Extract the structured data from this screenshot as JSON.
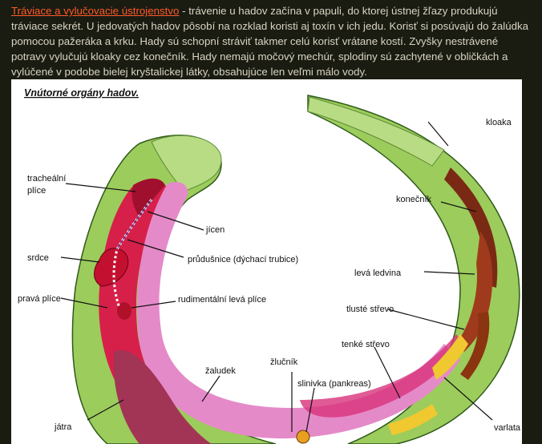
{
  "article": {
    "link_text": "Tráviace a vylučovacie ústrojenstvo",
    "body_text": " - trávenie u hadov začína v papuli, do ktorej ústnej žľazy produkujú tráviace sekrét. U jedovatých hadov pôsobí na rozklad koristi aj toxín v ich jedu. Korisť si posúvajú do žalúdka pomocou pažeráka a krku. Hady sú schopní stráviť takmer celú korisť vrátane kostí. Zvyšky nestrávené potravy vylučujú kloaky cez konečník. Hady nemajú močový mechúr, splodiny sú zachytené v obličkách a vylúčené v podobe bielej kryštalickej látky, obsahujúce len veľmi málo vody."
  },
  "figure": {
    "title": "Vnútorné orgány hadov.",
    "labels": {
      "trachealni_plice": [
        "tracheální",
        "plíce"
      ],
      "jicen": "jícen",
      "srdce": "srdce",
      "prudusnice": "průdušnice (dýchací trubice)",
      "prava_plice": "pravá plíce",
      "rudimentalni": "rudimentální levá plíce",
      "zaludek": "žaludek",
      "zlucnik": "žlučník",
      "slinivka": "slinivka (pankreas)",
      "jatra": "játra",
      "kloaka": "kloaka",
      "konecnik": "konečník",
      "leva_ledvina": "levá ledvina",
      "tluste_strevo": "tlusté střevo",
      "tenke_strevo": "tenké střevo",
      "varlata": "varlata"
    }
  },
  "colors": {
    "page_bg": "#1a1c12",
    "text": "#d9d4c2",
    "link": "#ff5a28",
    "body_green": "#9ccc5c",
    "gut_pink": "#e58ac8",
    "lung_red": "#d6204a",
    "liver": "#a23456",
    "kidney": "#7a2a14",
    "testes": "#f0c830"
  }
}
